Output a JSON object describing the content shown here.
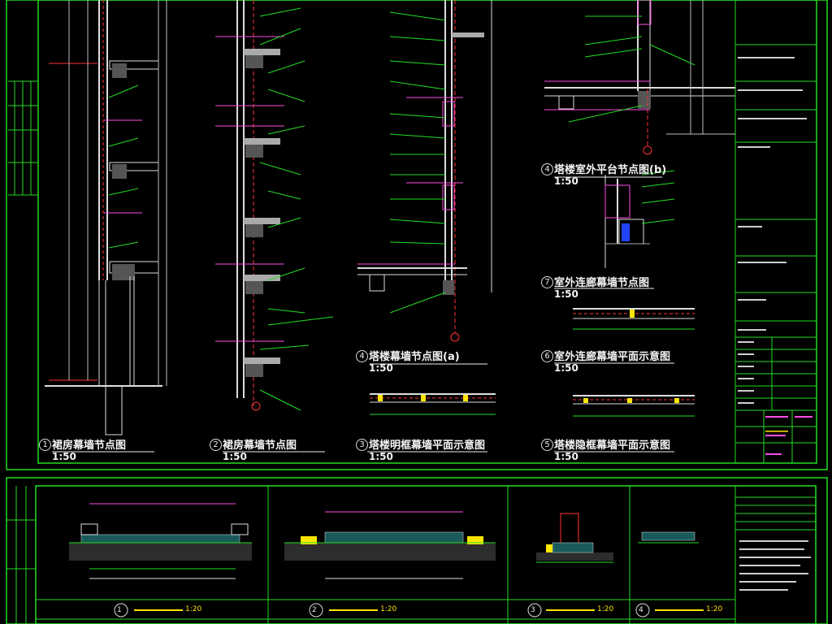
{
  "details": [
    {
      "num": "1",
      "title": "裙房幕墙节点图",
      "scale": "1:50"
    },
    {
      "num": "2",
      "title": "裙房幕墙节点图",
      "scale": "1:50"
    },
    {
      "num": "3",
      "title": "塔楼明框幕墙平面示意图",
      "scale": "1:50"
    },
    {
      "num": "4",
      "title": "塔楼幕墙节点图(a)",
      "scale": "1:50"
    },
    {
      "num": "5",
      "title": "塔楼隐框幕墙平面示意图",
      "scale": "1:50"
    },
    {
      "num": "6",
      "title": "室外连廊幕墙平面示意图",
      "scale": "1:50"
    },
    {
      "num": "7",
      "title": "室外连廊幕墙节点图",
      "scale": "1:50"
    },
    {
      "num": "4",
      "title": "塔楼室外平台节点图(b)",
      "scale": "1:50"
    }
  ],
  "lower_details": [
    {
      "num": "1",
      "scale": "1:20"
    },
    {
      "num": "2",
      "scale": "1:20"
    },
    {
      "num": "3",
      "scale": "1:20"
    },
    {
      "num": "4",
      "scale": "1:20"
    }
  ],
  "colors": {
    "background": "#000000",
    "frame": "#22dd22",
    "linework": "#dddddd",
    "annotation": "#ff4de6",
    "centerline": "#ff3333",
    "highlight": "#ffe600"
  }
}
